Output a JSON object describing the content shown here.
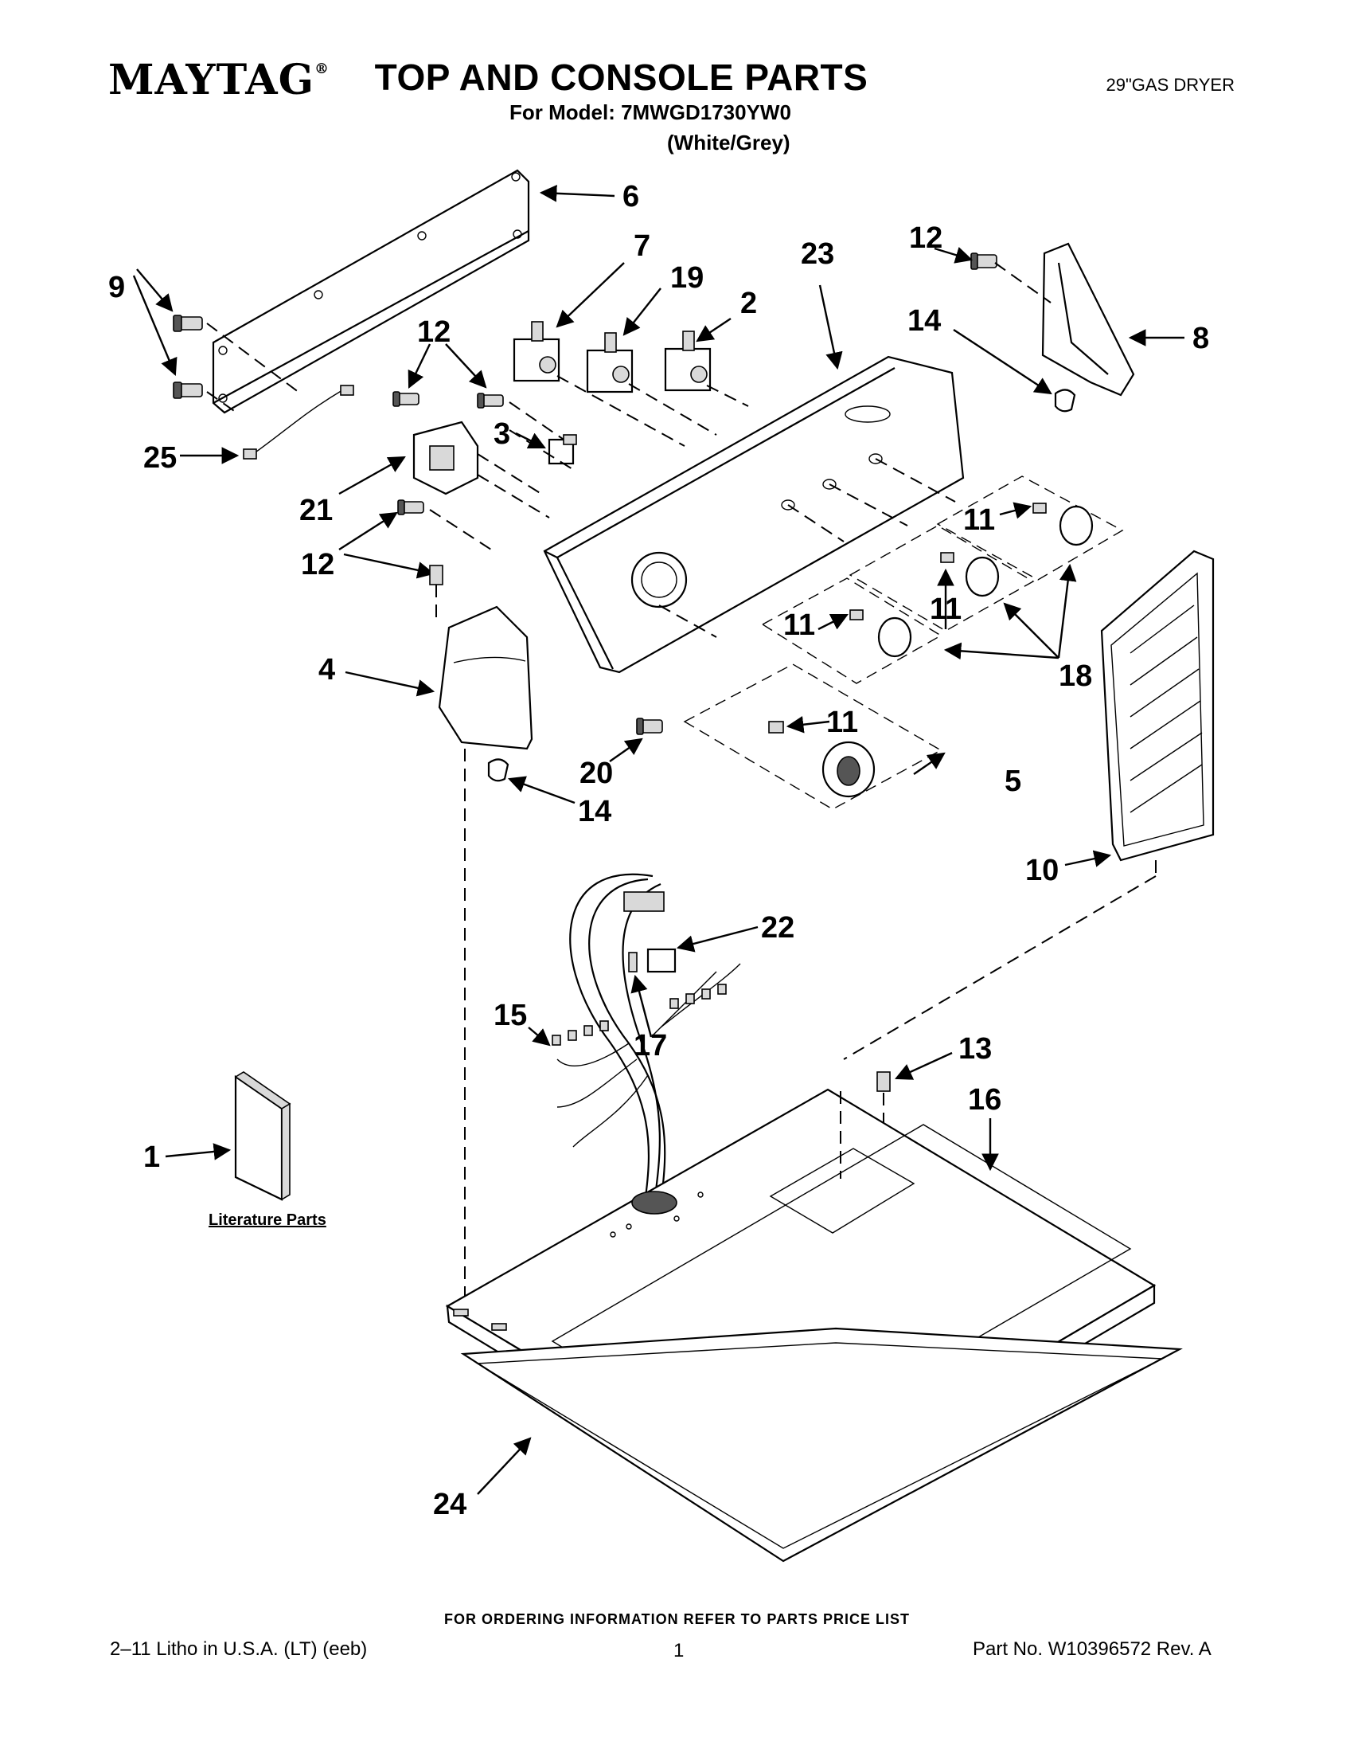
{
  "header": {
    "brand": "MAYTAG",
    "brand_mark": "®",
    "title": "TOP AND CONSOLE PARTS",
    "product": "29\"GAS DRYER",
    "model_line": "For Model: 7MWGD1730YW0",
    "color_line": "(White/Grey)"
  },
  "callouts": {
    "c1": "1",
    "c2": "2",
    "c3": "3",
    "c4": "4",
    "c5": "5",
    "c6": "6",
    "c7": "7",
    "c8": "8",
    "c9": "9",
    "c10": "10",
    "c11a": "11",
    "c11b": "11",
    "c11c": "11",
    "c11d": "11",
    "c12a": "12",
    "c12b": "12",
    "c12c": "12",
    "c13": "13",
    "c14a": "14",
    "c14b": "14",
    "c15": "15",
    "c16": "16",
    "c17": "17",
    "c18": "18",
    "c19": "19",
    "c20": "20",
    "c21": "21",
    "c22": "22",
    "c23": "23",
    "c24": "24",
    "c25": "25"
  },
  "literature_label": "Literature Parts",
  "footer": {
    "ordering": "FOR ORDERING INFORMATION REFER TO PARTS PRICE LIST",
    "litho": "2–11 Litho in U.S.A. (LT) (eeb)",
    "page": "1",
    "part_no": "Part No. W10396572 Rev. A"
  }
}
